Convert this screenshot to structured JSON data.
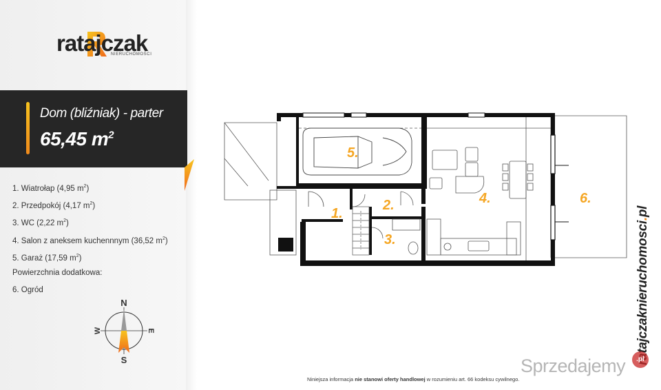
{
  "brand": {
    "name": "ratajczak",
    "subtitle": "NIERUCHOMOŚCI",
    "accent_color": "#f08a1c",
    "accent_color_light": "#f7c31e"
  },
  "header": {
    "title": "Dom (bliźniak) - parter",
    "area": "65,45 m",
    "area_sup": "2"
  },
  "rooms": [
    {
      "label": "1. Wiatrołap (4,95 m",
      "sup": "2",
      "tail": ")"
    },
    {
      "label": "2. Przedpokój (4,17 m",
      "sup": "2",
      "tail": ")"
    },
    {
      "label": "3. WC (2,22 m",
      "sup": "2",
      "tail": ")"
    },
    {
      "label": "4. Salon z aneksem kuchennnym (36,52 m",
      "sup": "2",
      "tail": ")"
    },
    {
      "label": "5. Garaż (17,59 m",
      "sup": "2",
      "tail": ")"
    },
    {
      "label": "Powierzchnia dodatkowa:",
      "sup": "",
      "tail": ""
    },
    {
      "label": "6. Ogród",
      "sup": "",
      "tail": ""
    }
  ],
  "compass": {
    "north": "N",
    "south": "S",
    "west": "W",
    "east": "E"
  },
  "plan_labels": {
    "r1": "1.",
    "r2": "2.",
    "r3": "3.",
    "r4": "4.",
    "r5": "5.",
    "r6": "6."
  },
  "site": {
    "part1": "ratajczaknieruchomosci",
    "dot": ".",
    "part2": "pl"
  },
  "watermark": {
    "text": "Sprzedajemy",
    "badge": ".pl"
  },
  "disclaimer": {
    "pre": "Niniejsza informacja ",
    "bold": "nie stanowi oferty handlowej",
    "post": " w rozumieniu art. 66 kodeksu cywilnego."
  }
}
